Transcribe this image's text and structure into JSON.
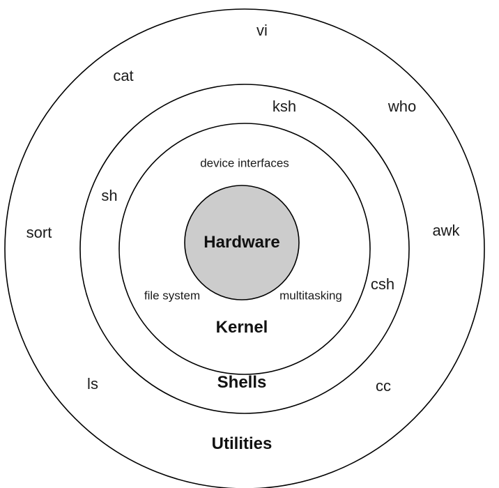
{
  "layers": {
    "hardware": "Hardware",
    "kernel": "Kernel",
    "shells": "Shells",
    "utilities": "Utilities"
  },
  "kernel_items": {
    "device_interfaces": "device interfaces",
    "file_system": "file system",
    "multitasking": "multitasking"
  },
  "shells": {
    "ksh": "ksh",
    "sh": "sh",
    "csh": "csh"
  },
  "utilities": {
    "vi": "vi",
    "cat": "cat",
    "who": "who",
    "sort": "sort",
    "awk": "awk",
    "ls": "ls",
    "cc": "cc"
  },
  "colors": {
    "hardware_fill": "#cccccc",
    "stroke": "#000000",
    "background": "#ffffff"
  }
}
